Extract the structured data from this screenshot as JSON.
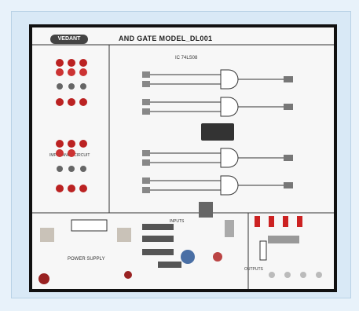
{
  "board": {
    "brand_logo": "VEDANT",
    "title": "AND GATE MODEL_DL001",
    "section_ic": "IC 74LS08",
    "label_inputs": "INPUTS",
    "label_outputs": "OUTPUTS",
    "label_power": "POWER SUPPLY",
    "label_impedance": "IMPEDANCE CIRCUIT"
  }
}
